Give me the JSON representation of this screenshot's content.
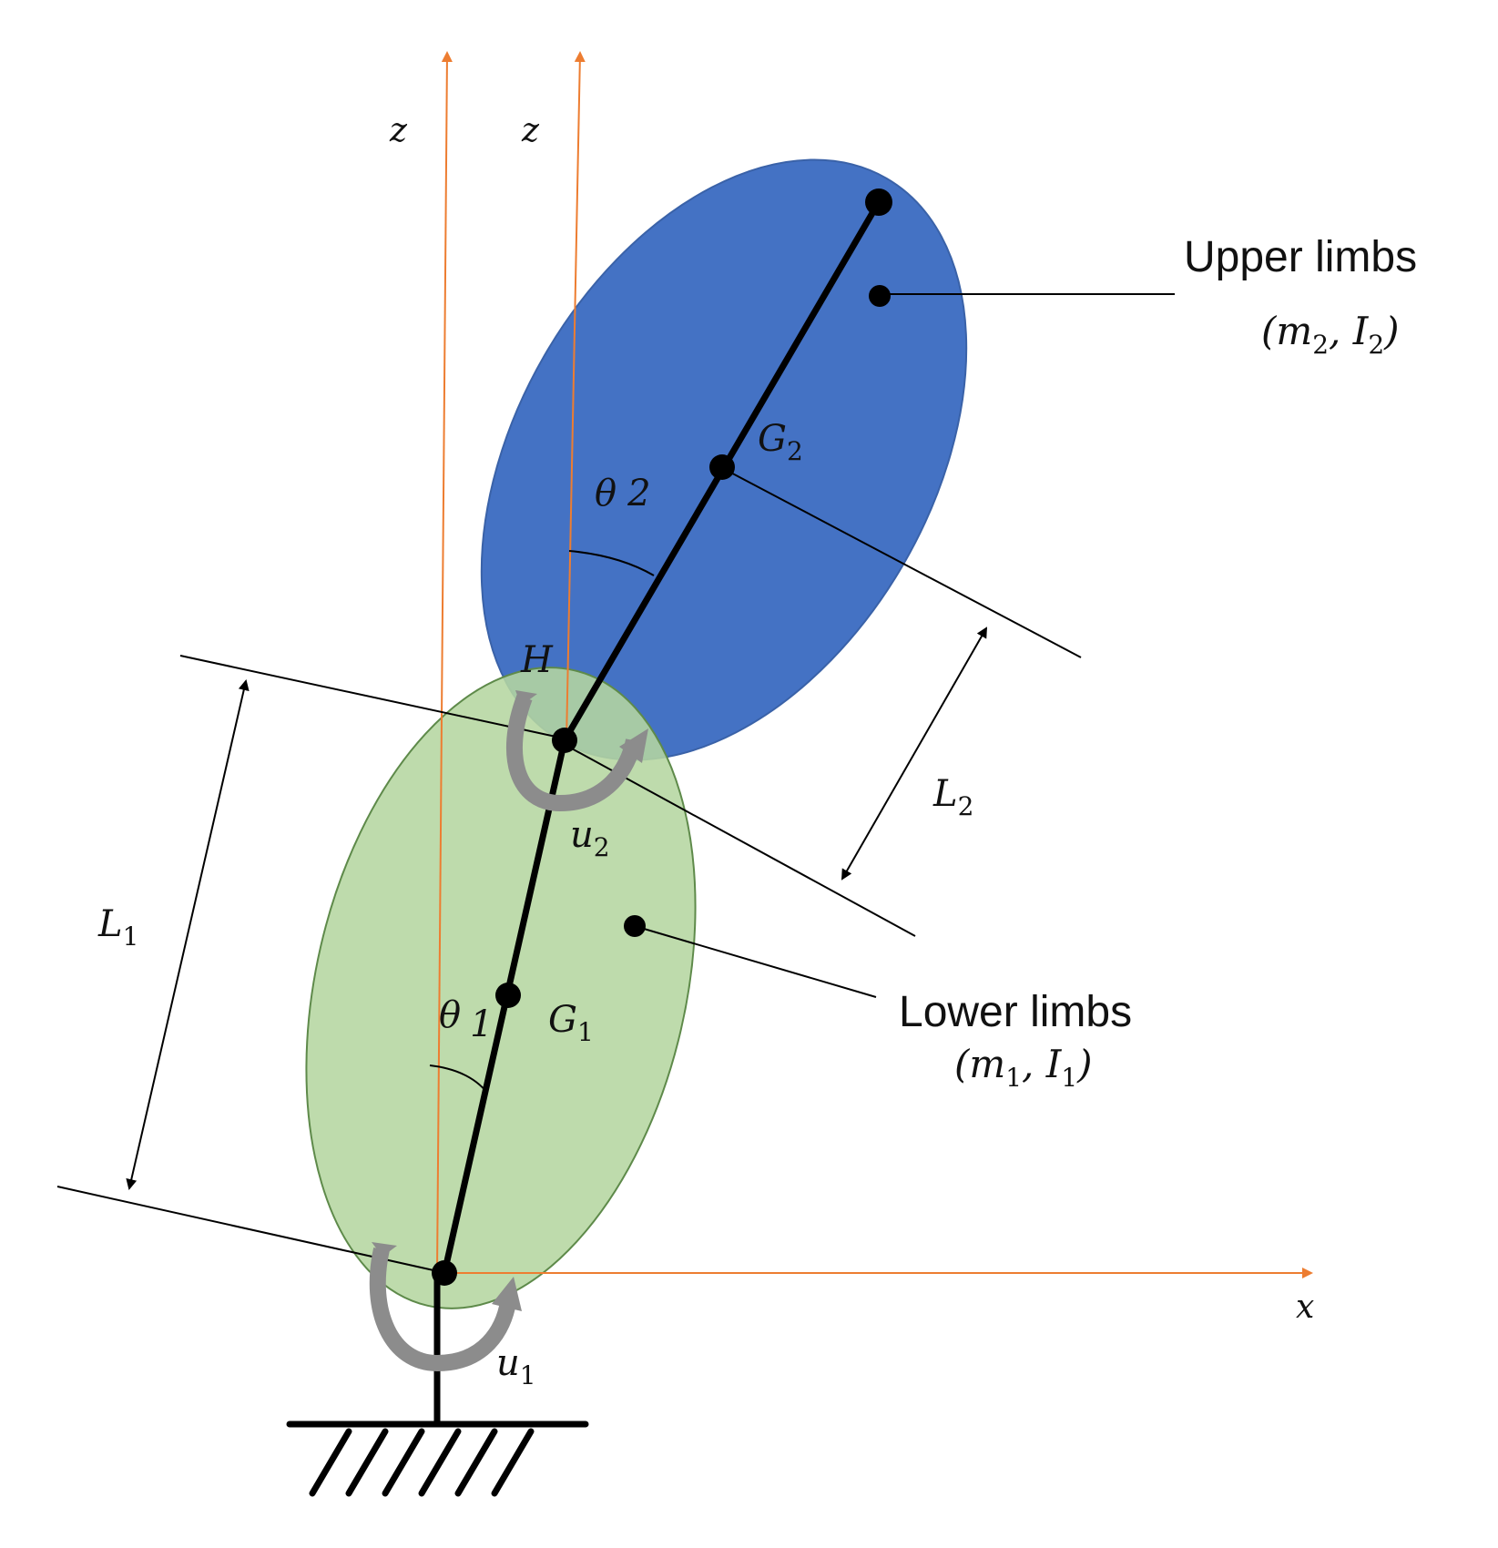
{
  "colors": {
    "upper_limbs": "#4472C4",
    "lower_limbs": "#B5D6A0",
    "lower_limbs_stroke": "#5E8A4A",
    "axis": "#ED7D31",
    "link": "#000000",
    "torque_arrow": "#8C8C8C"
  },
  "axes": {
    "z1": "z",
    "z2": "z",
    "x": "x"
  },
  "labels": {
    "upper_limbs": "Upper limbs",
    "upper_params": {
      "open": "(",
      "m": "m",
      "m_sub": "2",
      "sep": ", ",
      "I": "I",
      "I_sub": "2",
      "close": ")"
    },
    "lower_limbs": "Lower limbs",
    "lower_params": {
      "open": "(",
      "m": "m",
      "m_sub": "1",
      "sep": ", ",
      "I": "I",
      "I_sub": "1",
      "close": ")"
    },
    "G2": {
      "base": "G",
      "sub": "2"
    },
    "G1": {
      "base": "G",
      "sub": "1"
    },
    "theta2": {
      "base": "θ",
      "sub": "2"
    },
    "theta1": {
      "base": "θ",
      "sub": "1"
    },
    "H": "H",
    "L1": {
      "base": "L",
      "sub": "1"
    },
    "L2": {
      "base": "L",
      "sub": "2"
    },
    "u1": {
      "base": "u",
      "sub": "1"
    },
    "u2": {
      "base": "u",
      "sub": "2"
    }
  },
  "icons": {
    "ground": "ground-hatch-icon",
    "torque": "curved-torque-arrow-icon"
  }
}
